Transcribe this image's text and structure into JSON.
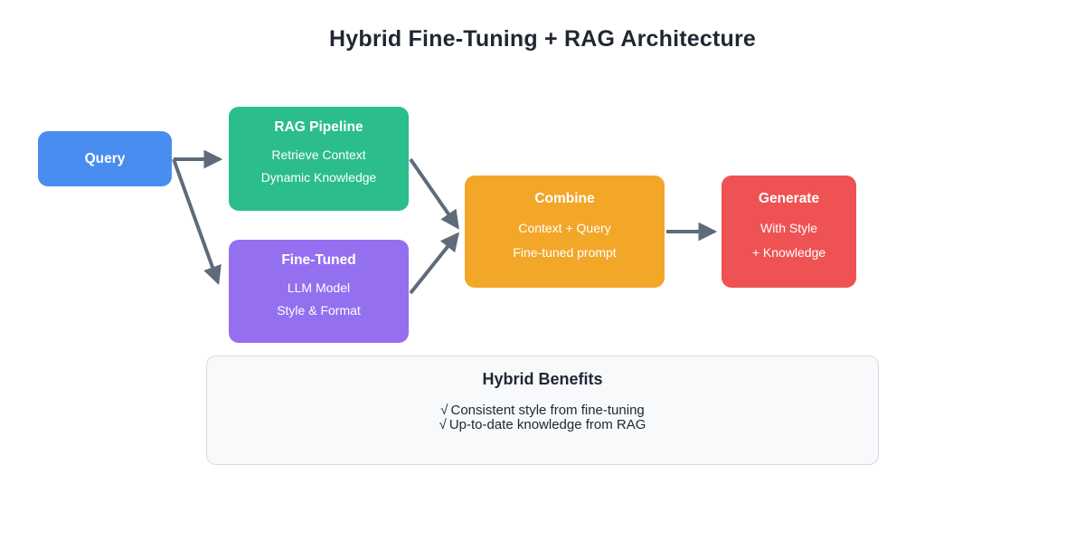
{
  "title": "Hybrid Fine-Tuning + RAG Architecture",
  "nodes": {
    "query": {
      "title": "Query",
      "color": "#4a8df0"
    },
    "rag": {
      "title": "RAG Pipeline",
      "line1": "Retrieve Context",
      "line2": "Dynamic Knowledge",
      "color": "#2bbd8c"
    },
    "finetuned": {
      "title": "Fine-Tuned",
      "line1": "LLM Model",
      "line2": "Style & Format",
      "color": "#9470f0"
    },
    "combine": {
      "title": "Combine",
      "line1": "Context + Query",
      "line2": "Fine-tuned prompt",
      "color": "#f2a728"
    },
    "generate": {
      "title": "Generate",
      "line1": "With Style",
      "line2": "+ Knowledge",
      "color": "#ef5253"
    }
  },
  "arrows": {
    "color": "#5f6b7a",
    "items": [
      {
        "from": "query",
        "to": "rag"
      },
      {
        "from": "query",
        "to": "finetuned"
      },
      {
        "from": "rag",
        "to": "combine"
      },
      {
        "from": "finetuned",
        "to": "combine"
      },
      {
        "from": "combine",
        "to": "generate"
      }
    ]
  },
  "benefits": {
    "title": "Hybrid Benefits",
    "check": "√",
    "items": [
      "Consistent style from fine-tuning",
      "Up-to-date knowledge from RAG"
    ]
  }
}
